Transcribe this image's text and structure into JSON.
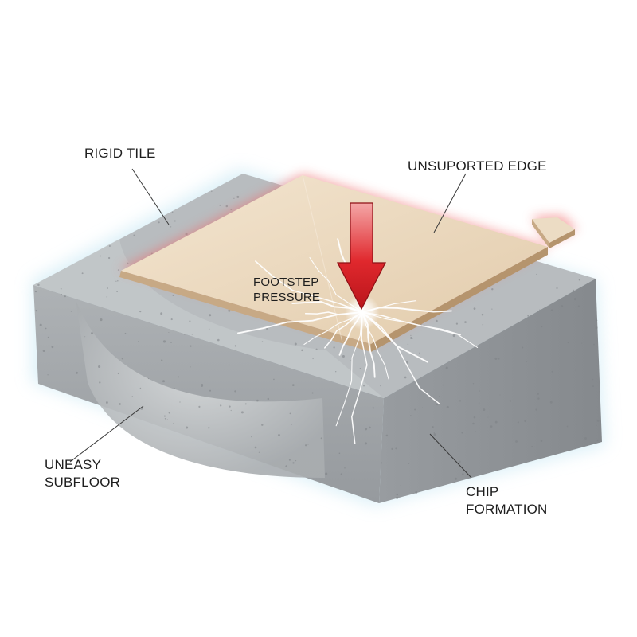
{
  "labels": {
    "rigid_tile": "RIGID TILE",
    "unsupported_edge": "UNSUPORTED EDGE",
    "footstep_line1": "FOOTSTEP",
    "footstep_line2": "PRESSURE",
    "uneasy_line1": "UNEASY",
    "uneasy_line2": "SUBFLOOR",
    "chip_line1": "CHIP",
    "chip_line2": "FORMATION"
  },
  "colors": {
    "tile": "#e9d6bd",
    "tile_edge": "#c9a982",
    "slab_top": "#b9bdc0",
    "slab_front": "#9ea3a7",
    "slab_side": "#8e9397",
    "arrow": "#d71f26",
    "glow": "#e53939",
    "crack": "#ffffff"
  }
}
